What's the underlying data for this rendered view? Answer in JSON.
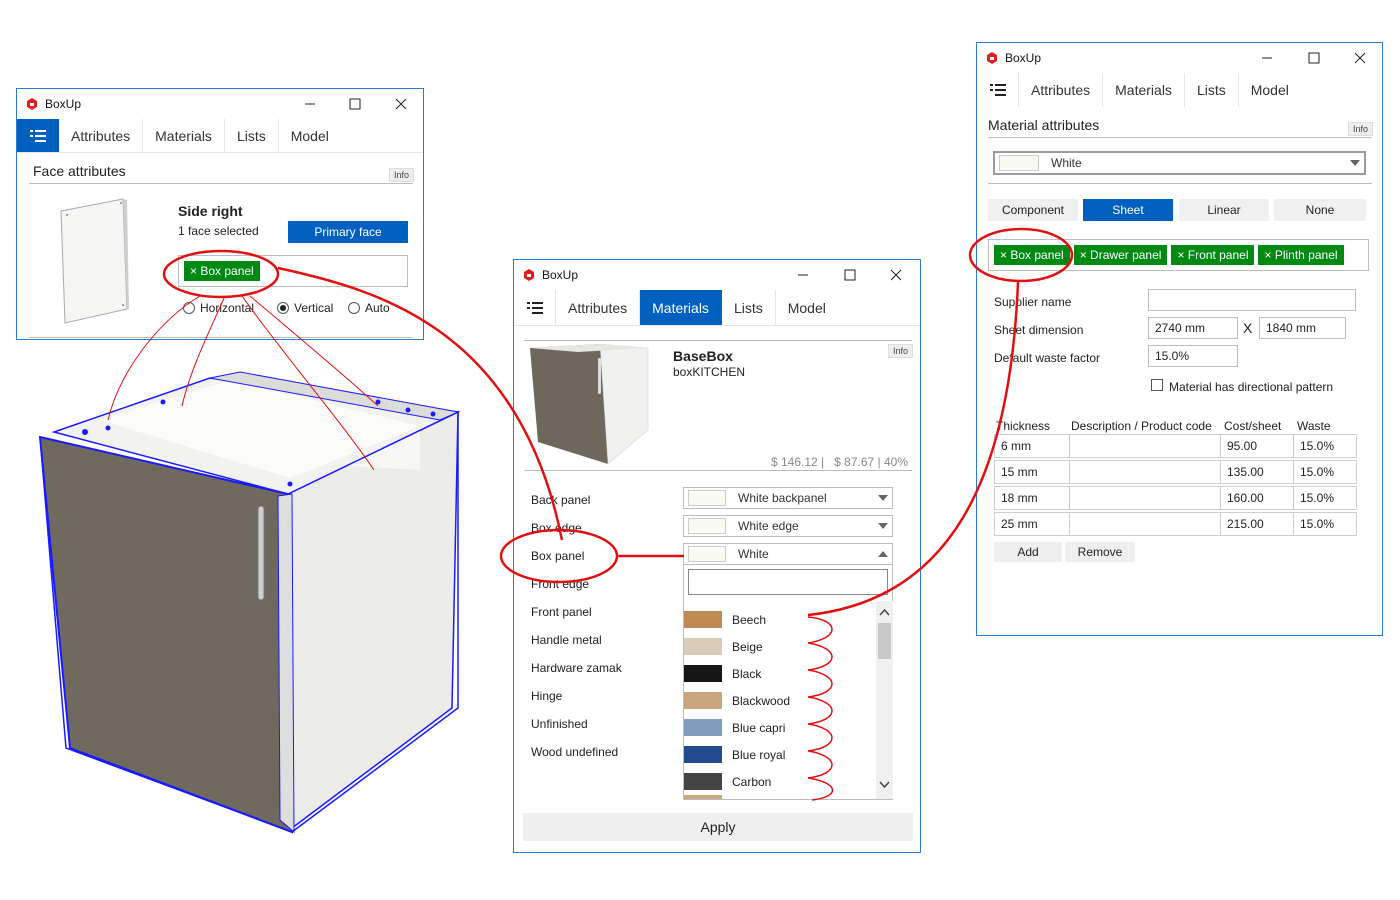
{
  "app": {
    "title": "BoxUp"
  },
  "tabs": {
    "attributes": "Attributes",
    "materials": "Materials",
    "lists": "Lists",
    "model": "Model"
  },
  "info_badge": "Info",
  "face_window": {
    "section_title": "Face attributes",
    "face_name": "Side right",
    "selection_count": "1 face selected",
    "primary_button": "Primary face",
    "tag": "× Box panel",
    "radio_options": [
      "Horizontal",
      "Vertical",
      "Auto"
    ],
    "radio_selected": "Vertical"
  },
  "materials_window": {
    "model_name": "BaseBox",
    "model_subtitle": "boxKITCHEN",
    "price_summary": "$ 146.12 |   $ 87.67 | 40%",
    "rows": [
      {
        "label": "Back panel",
        "value": "White backpanel"
      },
      {
        "label": "Box edge",
        "value": "White edge"
      },
      {
        "label": "Box panel",
        "value": "White"
      },
      {
        "label": "Front edge",
        "value": ""
      },
      {
        "label": "Front panel",
        "value": ""
      },
      {
        "label": "Handle metal",
        "value": ""
      },
      {
        "label": "Hardware zamak",
        "value": ""
      },
      {
        "label": "Hinge",
        "value": ""
      },
      {
        "label": "Unfinished",
        "value": ""
      },
      {
        "label": "Wood undefined",
        "value": ""
      }
    ],
    "search_value": "",
    "dropdown_items": [
      {
        "name": "Beech",
        "color": "#c08a55"
      },
      {
        "name": "Beige",
        "color": "#d8cbb8"
      },
      {
        "name": "Black",
        "color": "#161616"
      },
      {
        "name": "Blackwood",
        "color": "#c9a67e"
      },
      {
        "name": "Blue capri",
        "color": "#7f9dbd"
      },
      {
        "name": "Blue royal",
        "color": "#244b8e"
      },
      {
        "name": "Carbon",
        "color": "#444444"
      }
    ],
    "apply_button": "Apply"
  },
  "material_window": {
    "section_title": "Material attributes",
    "selected_material": "White",
    "type_options": [
      "Component",
      "Sheet",
      "Linear",
      "None"
    ],
    "type_selected": "Sheet",
    "tags": [
      "× Box panel",
      "× Drawer panel",
      "× Front panel",
      "× Plinth panel"
    ],
    "supplier_label": "Supplier name",
    "supplier_value": "",
    "sheet_dimension_label": "Sheet dimension",
    "sheet_width": "2740 mm",
    "sheet_separator": "X",
    "sheet_height": "1840 mm",
    "waste_label": "Default waste factor",
    "waste_value": "15.0%",
    "directional_label": "Material has directional pattern",
    "table_headers": [
      "Thickness",
      "Description / Product code",
      "Cost/sheet",
      "Waste"
    ],
    "table_rows": [
      [
        "6 mm",
        "",
        "95.00",
        "15.0%"
      ],
      [
        "15 mm",
        "",
        "135.00",
        "15.0%"
      ],
      [
        "18 mm",
        "",
        "160.00",
        "15.0%"
      ],
      [
        "25 mm",
        "",
        "215.00",
        "15.0%"
      ]
    ],
    "add_button": "Add",
    "remove_button": "Remove"
  },
  "colors": {
    "accent": "#0060c0",
    "tag_green": "#008a14",
    "annotation": "#e01010",
    "wire_blue": "#1a1aff"
  }
}
